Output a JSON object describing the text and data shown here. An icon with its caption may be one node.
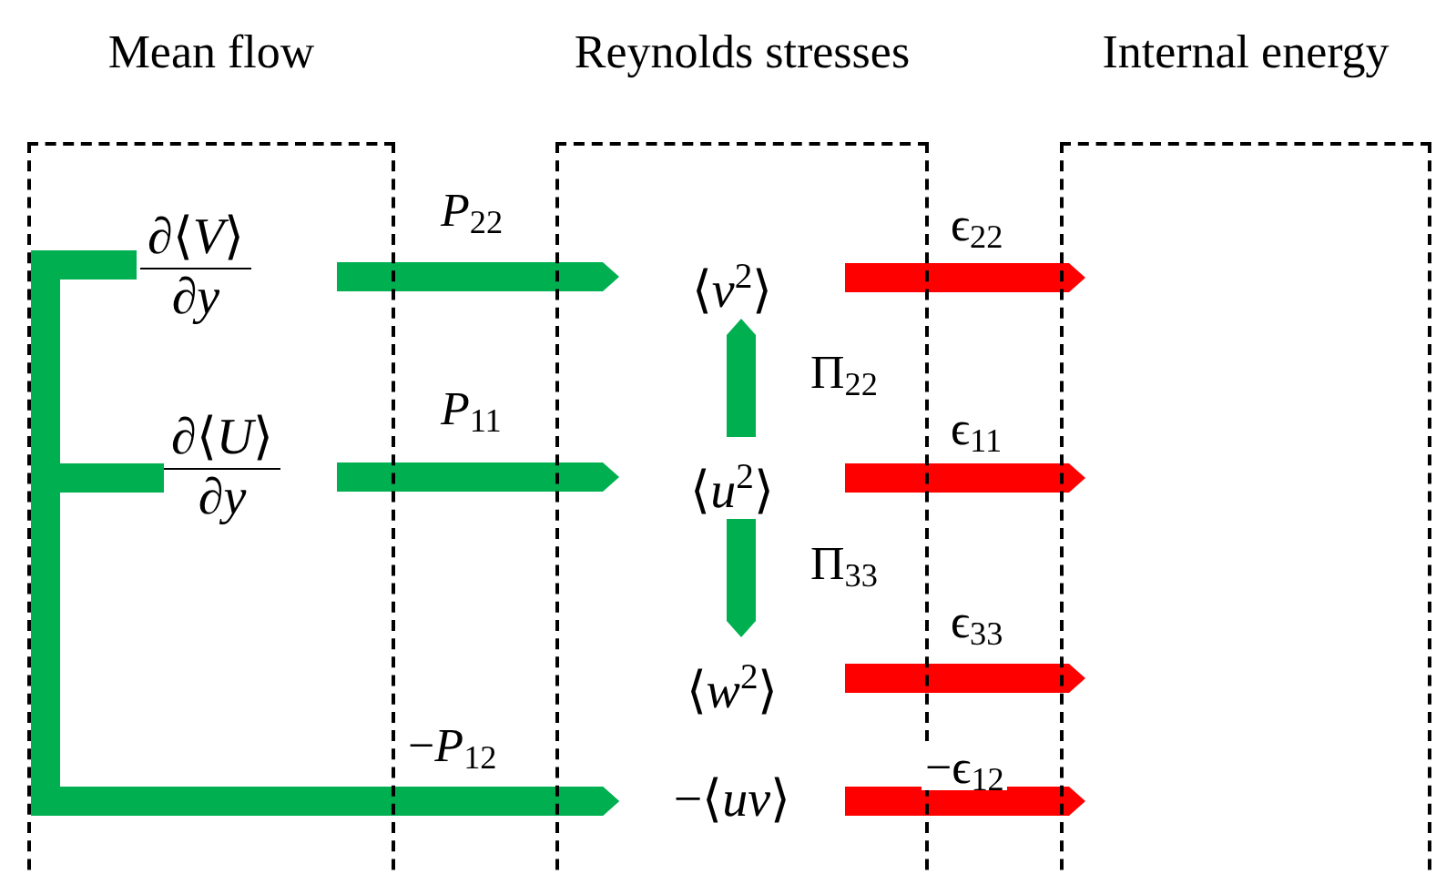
{
  "diagram": {
    "nodes": [
      {
        "text": [
          "Mean flow"
        ]
      },
      {
        "text": [
          "Reynolds stresses"
        ]
      },
      {
        "text": [
          "Internal energy"
        ]
      },
      {
        "text": [
          "∂⟨*V*⟩",
          "∂*y*"
        ],
        "in": 0
      },
      {
        "text": [
          "∂⟨*U*⟩",
          "∂*y*"
        ],
        "in": 0
      },
      {
        "text": [
          "⟨*v*$^{2}$⟩"
        ],
        "in": 1
      },
      {
        "text": [
          "⟨*u*$^{2}$⟩"
        ],
        "in": 1
      },
      {
        "text": [
          "⟨*w*$^{2}$⟩"
        ],
        "in": 1
      },
      {
        "text": [
          "−⟨*uv*⟩"
        ],
        "in": 1
      }
    ],
    "edges": [
      {
        "from": 3,
        "to": 5,
        "arrow": "to",
        "label": "*P*$_{22}$"
      },
      {
        "from": 4,
        "to": 6,
        "arrow": "to",
        "label": "*P*$_{11}$"
      },
      {
        "from": 6,
        "to": 5,
        "arrow": "to",
        "label": "Π$_{22}$"
      },
      {
        "from": 6,
        "to": 7,
        "arrow": "to",
        "label": "Π$_{33}$"
      },
      {
        "from": 5,
        "to": 2,
        "arrow": "to",
        "label": "ϵ$_{22}$",
        "color": "#ff0000"
      },
      {
        "from": 6,
        "to": 2,
        "arrow": "to",
        "label": "ϵ$_{11}$",
        "color": "#ff0000"
      },
      {
        "from": 7,
        "to": 2,
        "arrow": "to",
        "label": "ϵ$_{33}$",
        "color": "#ff0000"
      },
      {
        "from": 8,
        "to": 2,
        "arrow": "to",
        "label": "−ϵ$_{12}$",
        "color": "#ff0000"
      },
      {
        "from": 3,
        "to": 8,
        "arrow": "to",
        "label": "−*P*$_{12}$"
      },
      {
        "from": 4,
        "to": 8,
        "arrow": "to"
      }
    ]
  }
}
